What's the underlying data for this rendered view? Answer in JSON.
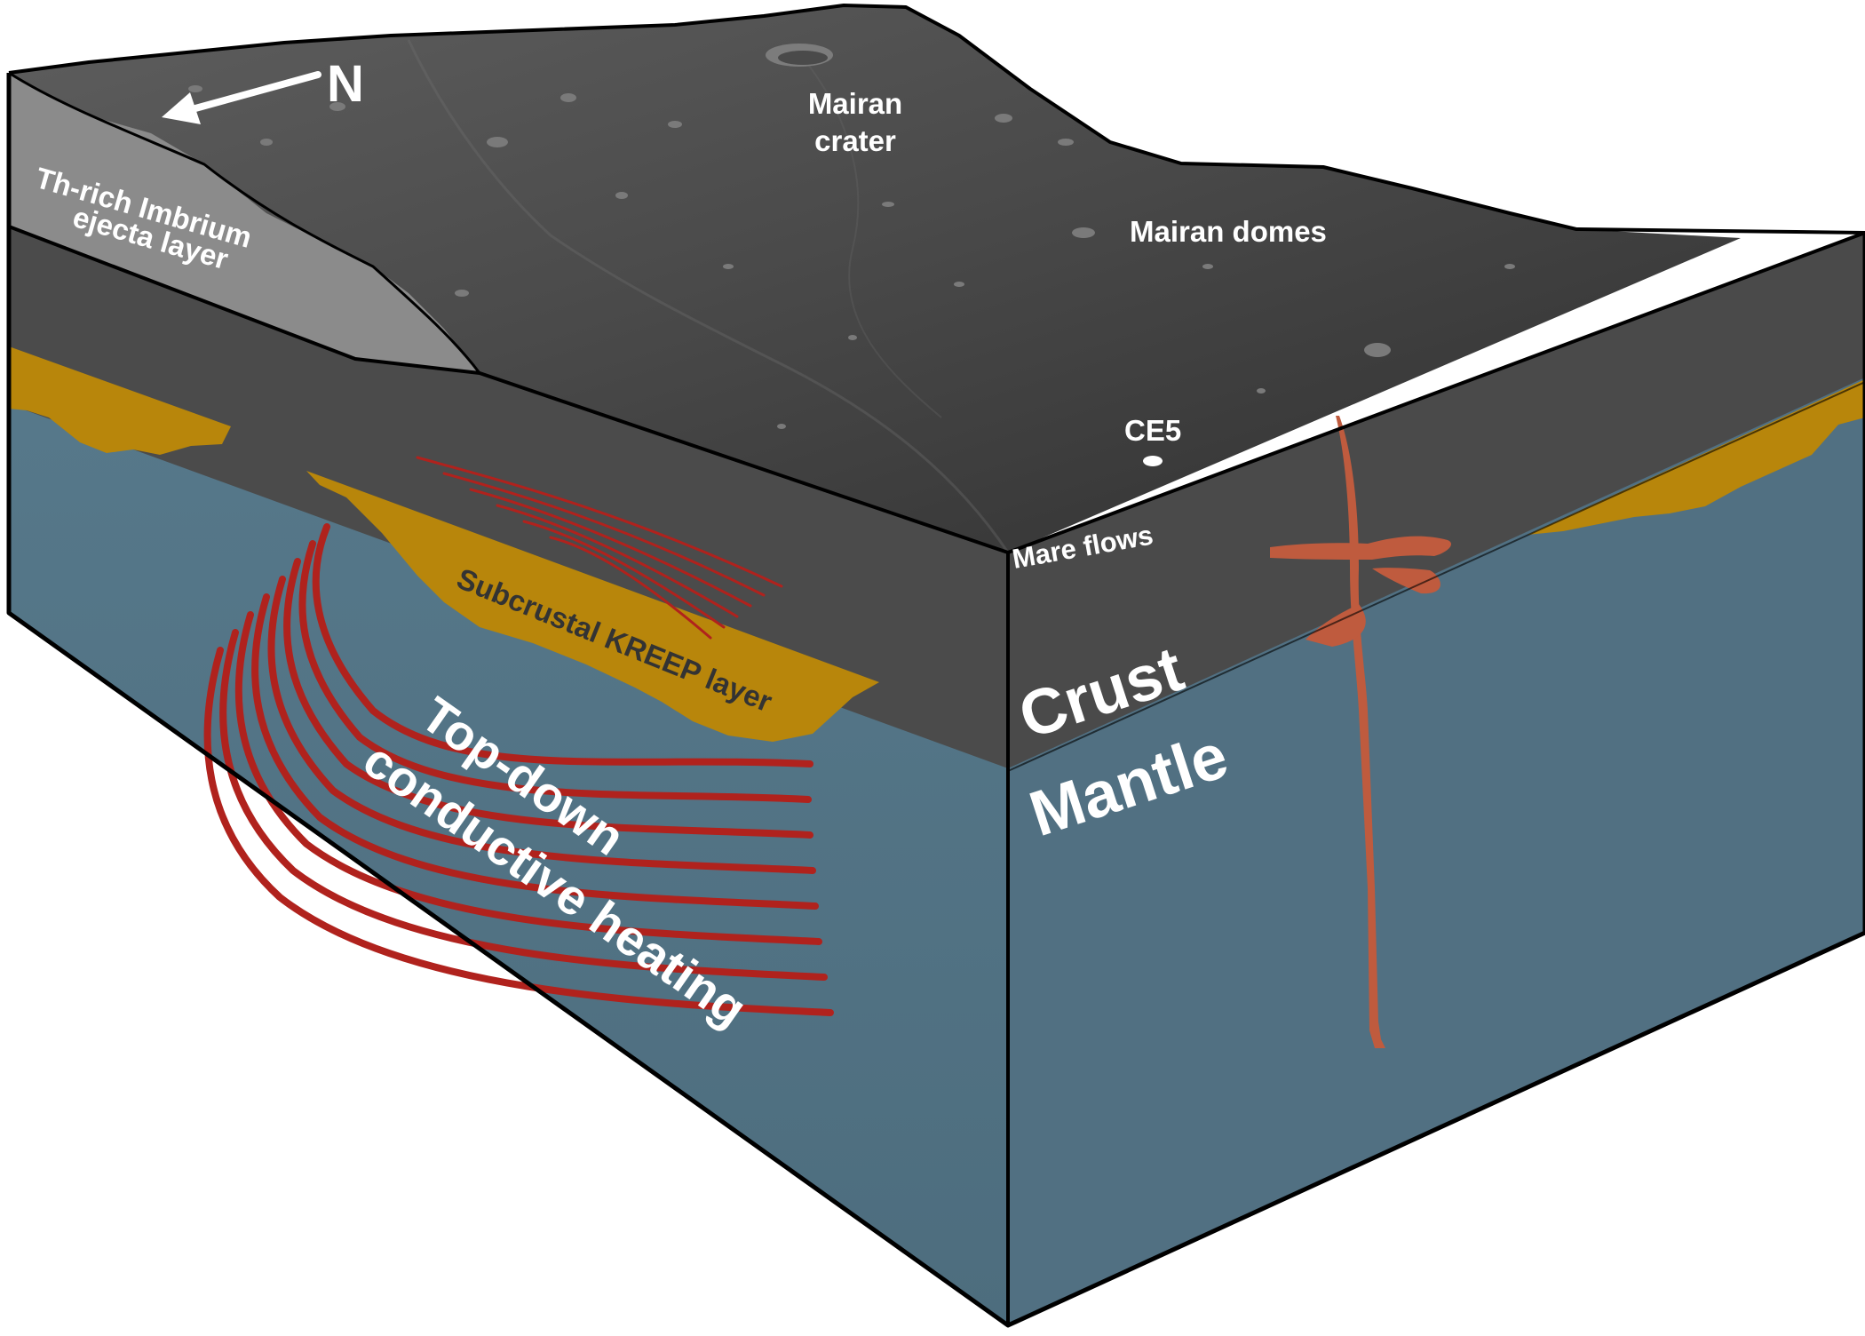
{
  "labels": {
    "north": "N",
    "ejecta_line1": "Th-rich Imbrium",
    "ejecta_line2": "ejecta layer",
    "mairan_line1": "Mairan",
    "mairan_line2": "crater",
    "mairan_domes": "Mairan domes",
    "ce5": "CE5",
    "mare_flows": "Mare flows",
    "kreep": "Subcrustal KREEP layer",
    "heating_line1": "Top-down",
    "heating_line2": "conductive heating",
    "crust": "Crust",
    "mantle": "Mantle"
  },
  "colors": {
    "surface": "#3b3b3b",
    "ejecta": "#8a8a8a",
    "crust": "#4b4b4b",
    "kreep": "#b8860b",
    "mantle": "#527283",
    "heating": "#b0221d",
    "dike": "#bf5b3e",
    "outline": "#000000"
  }
}
